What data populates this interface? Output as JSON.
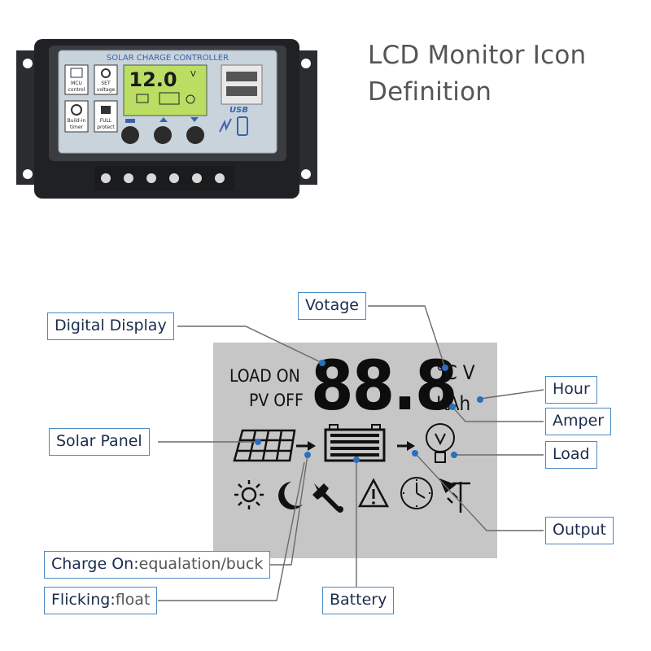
{
  "title": {
    "line1": "LCD Monitor Icon",
    "line2": "Definition"
  },
  "device": {
    "header": "SOLAR CHARGE CONTROLLER",
    "screen_value": "12.0",
    "screen_unit": "V",
    "button_labels": {
      "mcu": [
        "MCU",
        "control"
      ],
      "set": [
        "SET",
        "voltage"
      ],
      "timer": [
        "Build-in",
        "timer"
      ],
      "protect": [
        "FULL",
        "protect"
      ]
    },
    "usb_label": "USB"
  },
  "lcd": {
    "load_on": "LOAD ON",
    "pv_off": "PV OFF",
    "digits": "88.8",
    "unit_top": "°C V",
    "unit_bottom": "KAh"
  },
  "callouts": {
    "votage": "Votage",
    "digital_display": "Digital Display",
    "hour": "Hour",
    "amper": "Amper",
    "solar_panel": "Solar Panel",
    "load": "Load",
    "output": "Output",
    "charge_on_label": "Charge On:",
    "charge_on_detail": "equalation/buck",
    "flicking_label": "Flicking:",
    "flicking_detail": "float",
    "battery": "Battery"
  },
  "colors": {
    "callout_border": "#4a89c4",
    "leader_line": "#6a6a6a",
    "dot": "#2a6fc0",
    "lcd_bg": "#c6c6c6",
    "lcd_screen_device": "#b9de63",
    "panel_face": "#c9d3dc"
  }
}
